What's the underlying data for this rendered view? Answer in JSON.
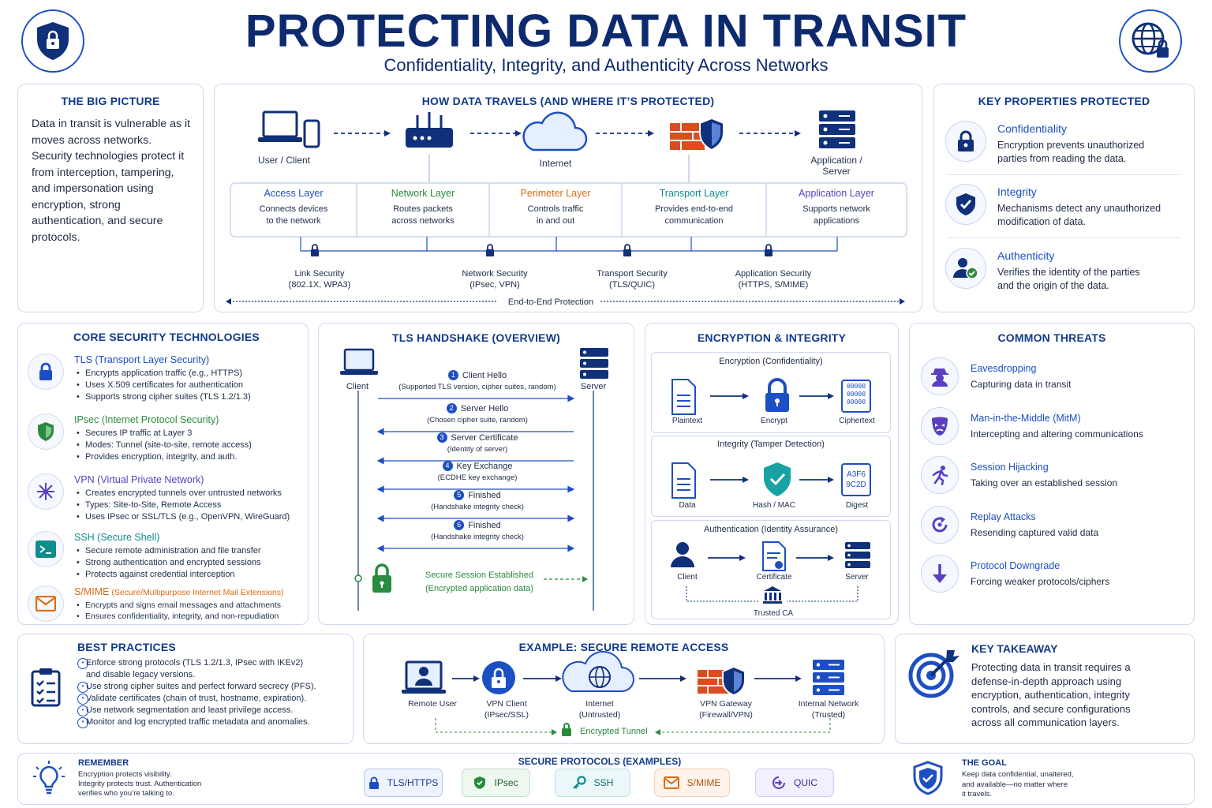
{
  "header": {
    "title": "PROTECTING DATA IN TRANSIT",
    "subtitle": "Confidentiality, Integrity, and Authenticity Across Networks",
    "left_icon": "shield-lock-icon",
    "right_icon": "globe-lock-icon"
  },
  "big_picture": {
    "title": "THE BIG PICTURE",
    "text": "Data in transit is vulnerable as it moves across networks. Security technologies protect it from interception, tampering, and impersonation using encryption, strong authentication, and secure protocols."
  },
  "travel": {
    "title": "HOW DATA TRAVELS (AND WHERE IT’S PROTECTED)",
    "nodes": [
      "User / Client",
      "Internet",
      "Application /\nServer"
    ],
    "layers": [
      {
        "name": "Access Layer",
        "desc": "Connects devices\nto the network",
        "color": "#1d4fc4"
      },
      {
        "name": "Network Layer",
        "desc": "Routes packets\nacross networks",
        "color": "#2a8a3e"
      },
      {
        "name": "Perimeter Layer",
        "desc": "Controls traffic\nin and out",
        "color": "#e06a12"
      },
      {
        "name": "Transport Layer",
        "desc": "Provides end-to-end\ncommunication",
        "color": "#0f8c8c"
      },
      {
        "name": "Application Layer",
        "desc": "Supports network\napplications",
        "color": "#5a3fc0"
      }
    ],
    "security": [
      "Link Security\n(802.1X, WPA3)",
      "Network Security\n(IPsec, VPN)",
      "Transport Security\n(TLS/QUIC)",
      "Application Security\n(HTTPS, S/MIME)"
    ],
    "e2e": "End-to-End Protection"
  },
  "properties": {
    "title": "KEY PROPERTIES PROTECTED",
    "items": [
      {
        "name": "Confidentiality",
        "desc": "Encryption prevents unauthorized\nparties from reading the data.",
        "icon": "lock-icon"
      },
      {
        "name": "Integrity",
        "desc": "Mechanisms detect any unauthorized\nmodification of data.",
        "icon": "shield-check-icon"
      },
      {
        "name": "Authenticity",
        "desc": "Verifies the identity of the parties\nand the origin of the data.",
        "icon": "user-check-icon"
      }
    ]
  },
  "core": {
    "title": "CORE SECURITY TECHNOLOGIES",
    "items": [
      {
        "name": "TLS (Transport Layer Security)",
        "color": "#1d4fc4",
        "bullets": [
          "Encrypts application traffic (e.g., HTTPS)",
          "Uses X.509 certificates for authentication",
          "Supports strong cipher suites (TLS 1.2/1.3)"
        ],
        "icon": "lock-icon"
      },
      {
        "name": "IPsec",
        "sub": " (Internet Protocol Security)",
        "color": "#2a8a3e",
        "bullets": [
          "Secures IP traffic at Layer 3",
          "Modes: Tunnel (site-to-site, remote access)",
          "Provides encryption, integrity, and auth."
        ],
        "icon": "shield-icon"
      },
      {
        "name": "VPN (Virtual Private Network)",
        "color": "#5a3fc0",
        "bullets": [
          "Creates encrypted tunnels over untrusted networks",
          "Types: Site-to-Site, Remote Access",
          "Uses IPsec or SSL/TLS (e.g., OpenVPN, WireGuard)"
        ],
        "icon": "network-icon"
      },
      {
        "name": "SSH (Secure Shell)",
        "color": "#0f8c8c",
        "bullets": [
          "Secure remote administration and file transfer",
          "Strong authentication and encrypted sessions",
          "Protects against credential interception"
        ],
        "icon": "terminal-icon"
      },
      {
        "name": "S/MIME",
        "sub": " (Secure/Multipurpose Internet Mail Extensions)",
        "color": "#e06a12",
        "bullets": [
          "Encrypts and signs email messages and attachments",
          "Ensures confidentiality, integrity, and non-repudiation"
        ],
        "icon": "mail-icon"
      }
    ]
  },
  "tls": {
    "title": "TLS HANDSHAKE (OVERVIEW)",
    "client": "Client",
    "server": "Server",
    "steps": [
      {
        "n": "1",
        "name": "Client Hello",
        "detail": "(Supported TLS version, cipher suites, random)",
        "dir": "right"
      },
      {
        "n": "2",
        "name": "Server Hello",
        "detail": "(Chosen cipher suite, random)",
        "dir": "left"
      },
      {
        "n": "3",
        "name": "Server Certificate",
        "detail": "(Identity of server)",
        "dir": "left"
      },
      {
        "n": "4",
        "name": "Key Exchange",
        "detail": "(ECDHE key exchange)",
        "dir": "both"
      },
      {
        "n": "5",
        "name": "Finished",
        "detail": "(Handshake integrity check)",
        "dir": "both"
      },
      {
        "n": "6",
        "name": "Finished",
        "detail": "(Handshake integrity check)",
        "dir": "both"
      }
    ],
    "session": "Secure Session Established",
    "session_sub": "(Encrypted application data)"
  },
  "enc": {
    "title": "ENCRYPTION & INTEGRITY",
    "sections": [
      {
        "title": "Encryption (Confidentiality)",
        "labels": [
          "Plaintext",
          "Encrypt",
          "Ciphertext"
        ],
        "code": "00000\n00000\n00000"
      },
      {
        "title": "Integrity (Tamper Detection)",
        "labels": [
          "Data",
          "Hash / MAC",
          "Digest"
        ],
        "code": "A3F6\n9C2D"
      },
      {
        "title": "Authentication (Identity Assurance)",
        "labels": [
          "Client",
          "Certificate",
          "Server"
        ],
        "ca": "Trusted CA"
      }
    ]
  },
  "threats": {
    "title": "COMMON THREATS",
    "items": [
      {
        "name": "Eavesdropping",
        "desc": "Capturing data in transit",
        "icon": "spy-icon"
      },
      {
        "name": "Man-in-the-Middle (MitM)",
        "desc": "Intercepting and altering communications",
        "icon": "mask-icon"
      },
      {
        "name": "Session Hijacking",
        "desc": "Taking over an established session",
        "icon": "runner-icon"
      },
      {
        "name": "Replay Attacks",
        "desc": "Resending captured valid data",
        "icon": "replay-icon"
      },
      {
        "name": "Protocol Downgrade",
        "desc": "Forcing weaker protocols/ciphers",
        "icon": "arrow-down-icon"
      }
    ]
  },
  "best": {
    "title": "BEST PRACTICES",
    "items": [
      "Enforce strong protocols (TLS 1.2/1.3, IPsec with IKEv2)\nand disable legacy versions.",
      "Use strong cipher suites and perfect forward secrecy (PFS).",
      "Validate certificates (chain of trust, hostname, expiration).",
      "Use network segmentation and least privilege access.",
      "Monitor and log encrypted traffic metadata and anomalies."
    ]
  },
  "example": {
    "title": "EXAMPLE: SECURE REMOTE ACCESS",
    "nodes": [
      "Remote User",
      "VPN Client\n(IPsec/SSL)",
      "Internet\n(Untrusted)",
      "VPN Gateway\n(Firewall/VPN)",
      "Internal Network\n(Trusted)"
    ],
    "tunnel": "Encrypted Tunnel"
  },
  "takeaway": {
    "title": "KEY TAKEAWAY",
    "text": "Protecting data in transit requires a defense-in-depth approach using encryption, authentication, integrity controls, and secure configurations across all communication layers."
  },
  "remember": {
    "title": "REMEMBER",
    "text": "Encryption protects visibility.\nIntegrity protects trust. Authentication\nverifies who you’re talking to."
  },
  "protocols": {
    "title": "SECURE PROTOCOLS (EXAMPLES)",
    "items": [
      "TLS/HTTPS",
      "IPsec",
      "SSH",
      "S/MIME",
      "QUIC"
    ]
  },
  "goal": {
    "title": "THE GOAL",
    "text": "Keep data confidential, unaltered,\nand available—no matter where\nit travels."
  }
}
